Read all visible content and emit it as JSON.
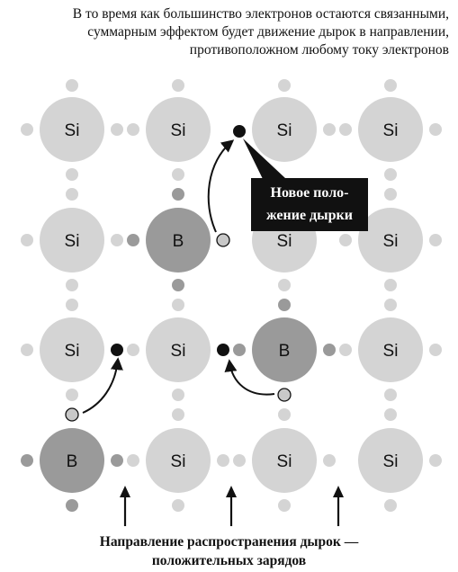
{
  "caption": {
    "line1": "В то время как большинство электронов остаются связанными,",
    "line2": "суммарным эффектом будет движение дырок в направлении,",
    "line3": "противоположном любому току электронов"
  },
  "callout": {
    "line1": "Новое поло-",
    "line2": "жение дырки"
  },
  "bottom_label": {
    "line1": "Направление распространения дырок —",
    "line2": "положительных зарядов"
  },
  "lattice": [
    [
      "Si",
      "Si",
      "Si",
      "Si"
    ],
    [
      "Si",
      "B",
      "Si",
      "Si"
    ],
    [
      "Si",
      "Si",
      "B",
      "Si"
    ],
    [
      "B",
      "Si",
      "Si",
      "Si"
    ]
  ],
  "colors": {
    "si_atom": "#d4d4d4",
    "b_atom": "#9a9a9a",
    "electron_light": "#d4d4d4",
    "electron_dark": "#9a9a9a",
    "hole": "#c8c8c8",
    "new_hole": "#111111"
  }
}
